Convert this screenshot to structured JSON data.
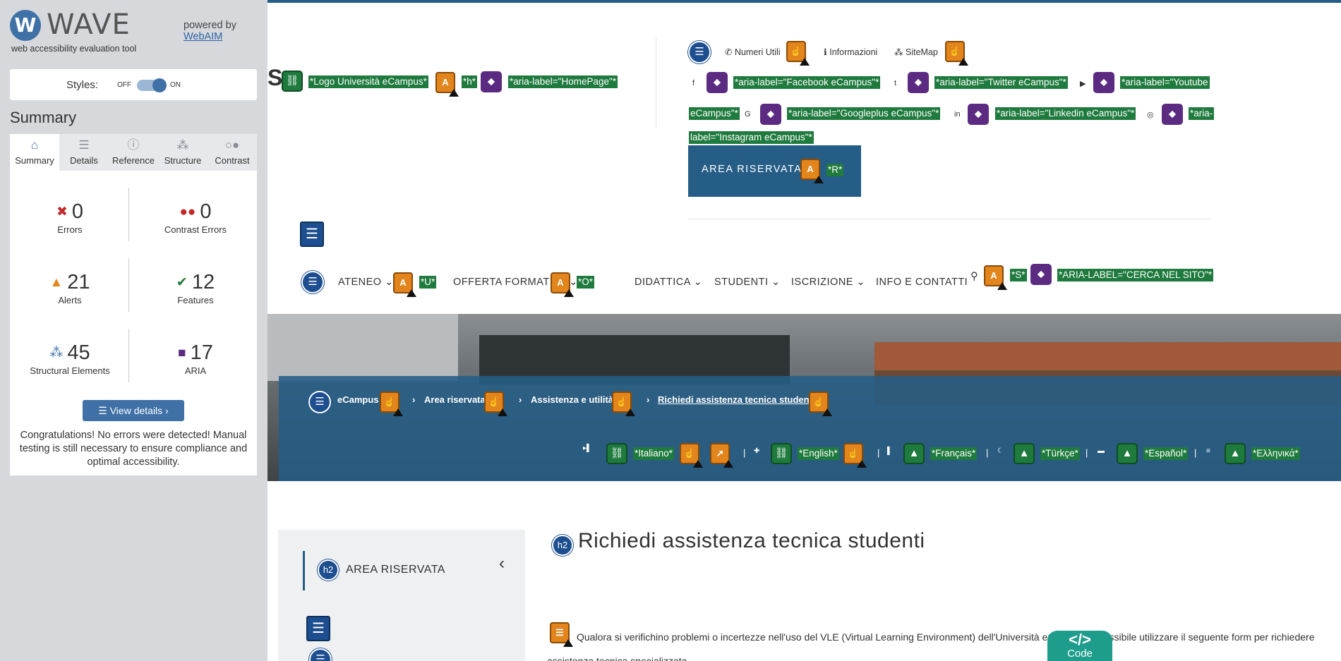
{
  "wave": {
    "logo_letter": "W",
    "title": "WAVE",
    "subtitle": "web accessibility evaluation tool",
    "powered_by": "powered by",
    "webaim": "WebAIM",
    "styles_label": "Styles:",
    "off": "OFF",
    "on": "ON",
    "summary_heading": "Summary",
    "tabs": [
      "Summary",
      "Details",
      "Reference",
      "Structure",
      "Contrast"
    ],
    "stats": {
      "errors": {
        "value": "0",
        "label": "Errors"
      },
      "contrast": {
        "value": "0",
        "label": "Contrast Errors"
      },
      "alerts": {
        "value": "21",
        "label": "Alerts"
      },
      "features": {
        "value": "12",
        "label": "Features"
      },
      "structural": {
        "value": "45",
        "label": "Structural Elements"
      },
      "aria": {
        "value": "17",
        "label": "ARIA"
      }
    },
    "view_details": "View details ›",
    "congrats": "Congratulations! No errors were detected! Manual testing is still necessary to ensure compliance and optimal accessibility."
  },
  "page": {
    "logo_label": "*Logo Università eCampus*",
    "h_label": "*h*",
    "home_aria": "*aria-label=\"HomePage\"*",
    "top_links": [
      "Numeri Utili",
      "Informazioni",
      "SiteMap"
    ],
    "social": {
      "facebook": "*aria-label=\"Facebook eCampus\"*",
      "twitter": "*aria-label=\"Twitter eCampus\"*",
      "youtube_1": "*aria-label=\"Youtube",
      "youtube_2": "eCampus\"*",
      "google": "*aria-label=\"Googleplus eCampus\"*",
      "linkedin": "*aria-label=\"Linkedin eCampus\"*",
      "instagram_1": "*aria-",
      "instagram_2": "label=\"Instagram eCampus\"*"
    },
    "area_riservata": "AREA RISERVATA",
    "r_label": "*R*",
    "nav": {
      "ateneo": "ATENEO",
      "u_label": "*U*",
      "offerta": "OFFERTA FORMATIVA",
      "o_label": "*O*",
      "didattica": "DIDATTICA",
      "studenti": "STUDENTI",
      "iscrizione": "ISCRIZIONE",
      "info": "INFO E CONTATTI",
      "s_label": "*S*",
      "search_aria": "*ARIA-LABEL=\"CERCA NEL SITO\"*"
    },
    "breadcrumb": [
      "eCampus",
      "Area riservata",
      "Assistenza e utilità",
      "Richiedi assistenza tecnica studenti"
    ],
    "langs": [
      "*Italiano*",
      "*English*",
      "*Français*",
      "*Türkçe*",
      "*Español*",
      "*Ελληνικά*"
    ],
    "h2_badge": "h2",
    "aside_title": "AREA RISERVATA",
    "page_title": "Richiedi assistenza tecnica studenti",
    "para": "Qualora si verifichino problemi o incertezze nell'uso del VLE (Virtual Learning Environment) dell'Università eCampus, è possibile utilizzare il seguente form per richiedere assistenza tecnica specializzata.",
    "code_icon": "</>",
    "code_label": "Code"
  }
}
